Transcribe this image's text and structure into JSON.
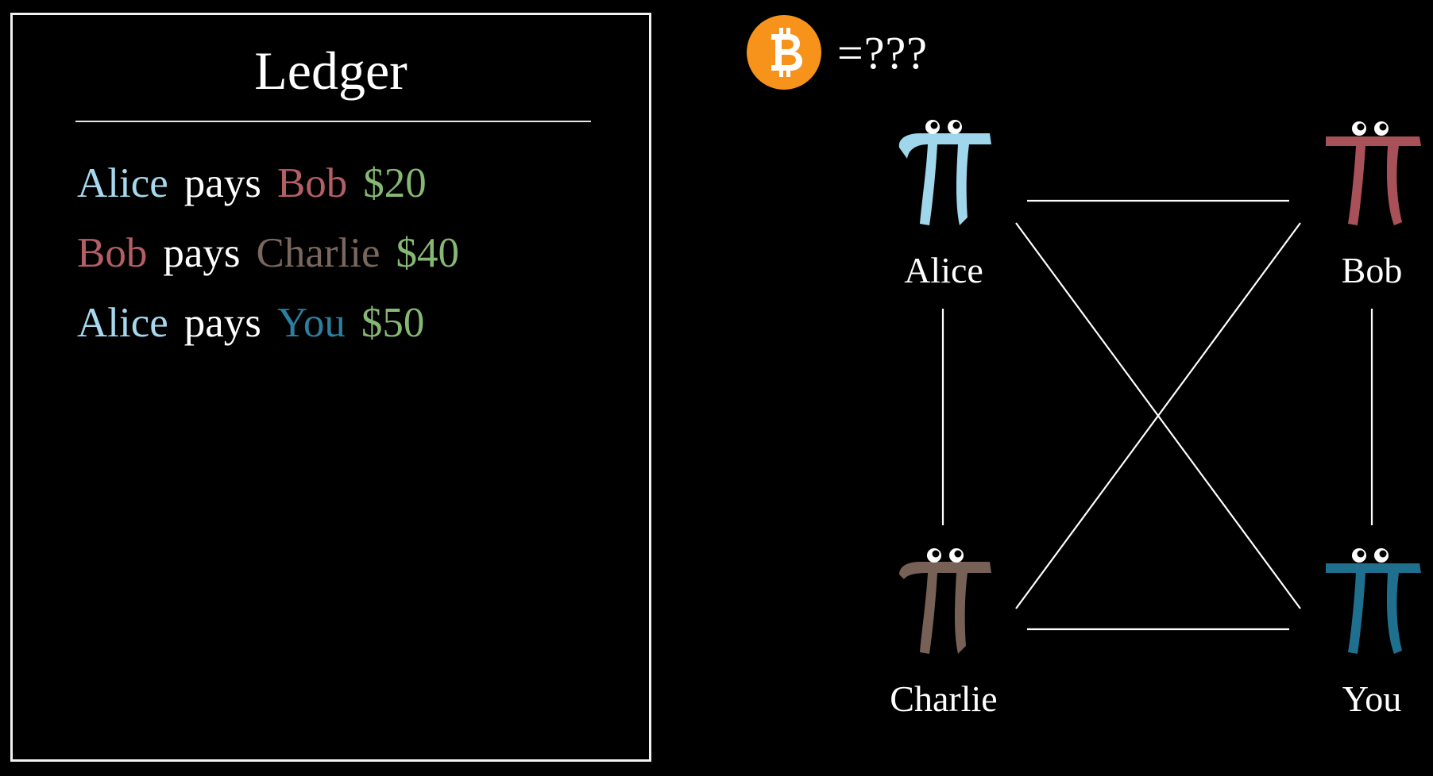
{
  "ledger": {
    "title": "Ledger",
    "entries": [
      [
        {
          "text": "Alice",
          "color": "#a7d8ee"
        },
        {
          "text": "pays",
          "color": "#ffffff"
        },
        {
          "text": "Bob",
          "color": "#b45f66"
        },
        {
          "text": "$20",
          "color": "#86b874"
        }
      ],
      [
        {
          "text": "Bob",
          "color": "#b45f66"
        },
        {
          "text": "pays",
          "color": "#ffffff"
        },
        {
          "text": "Charlie",
          "color": "#7a675e"
        },
        {
          "text": "$40",
          "color": "#86b874"
        }
      ],
      [
        {
          "text": "Alice",
          "color": "#a7d8ee"
        },
        {
          "text": "pays",
          "color": "#ffffff"
        },
        {
          "text": "You",
          "color": "#2c7fa1"
        },
        {
          "text": "$50",
          "color": "#86b874"
        }
      ]
    ]
  },
  "bitcoin": {
    "symbol": "₿",
    "value_text": "=???",
    "coin_color": "#f7931a"
  },
  "network": {
    "people": {
      "alice": {
        "name": "Alice",
        "color": "#9fd6ec"
      },
      "bob": {
        "name": "Bob",
        "color": "#a85158"
      },
      "charlie": {
        "name": "Charlie",
        "color": "#776157"
      },
      "you": {
        "name": "You",
        "color": "#1f6f8e"
      }
    },
    "edges": [
      [
        "alice",
        "bob"
      ],
      [
        "alice",
        "charlie"
      ],
      [
        "alice",
        "you"
      ],
      [
        "bob",
        "charlie"
      ],
      [
        "bob",
        "you"
      ],
      [
        "charlie",
        "you"
      ]
    ]
  }
}
